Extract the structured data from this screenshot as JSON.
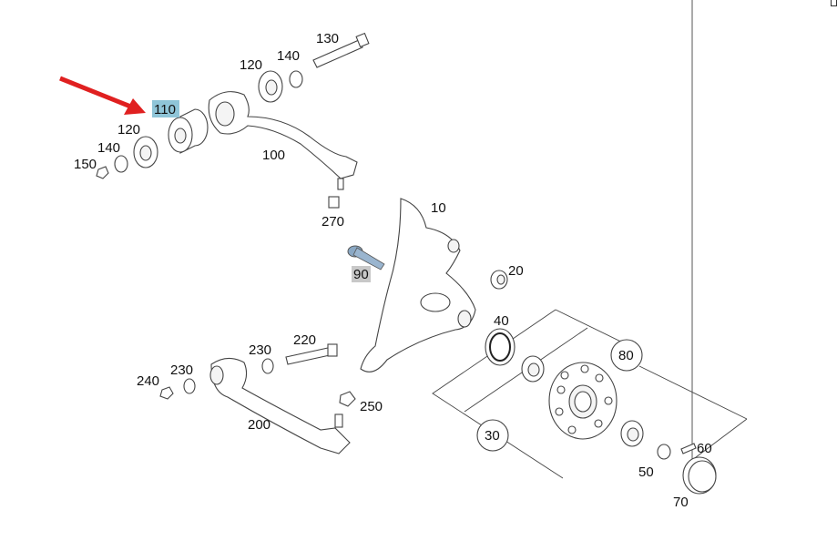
{
  "diagram": {
    "highlight_color": "#8fc5d8",
    "secondary_highlight_color": "#c8c8c8",
    "arrow_color": "#e02020",
    "highlighted_part": "110",
    "labels": {
      "l130": "130",
      "l140a": "140",
      "l120a": "120",
      "l110": "110",
      "l120b": "120",
      "l140b": "140",
      "l150": "150",
      "l100": "100",
      "l270": "270",
      "l10": "10",
      "l90": "90",
      "l20": "20",
      "l40": "40",
      "l80": "80",
      "l30": "30",
      "l60": "60",
      "l50": "50",
      "l70": "70",
      "l220": "220",
      "l230a": "230",
      "l230b": "230",
      "l240": "240",
      "l250": "250",
      "l200": "200"
    }
  }
}
